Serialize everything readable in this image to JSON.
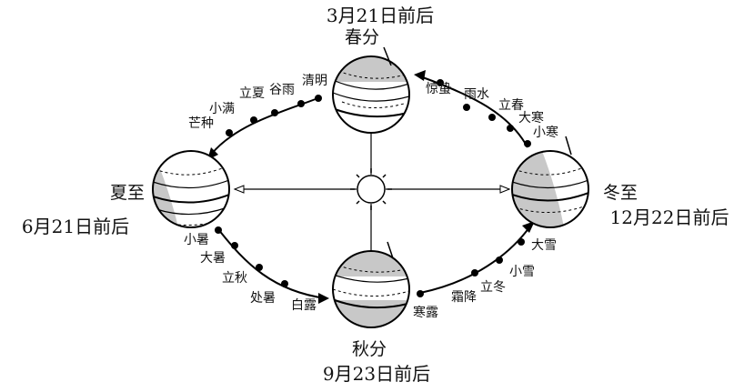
{
  "seasons": {
    "spring": {
      "name": "春分",
      "date": "3月21日前后"
    },
    "summer": {
      "name": "夏至",
      "date": "6月21日前后"
    },
    "autumn": {
      "name": "秋分",
      "date": "9月23日前后"
    },
    "winter": {
      "name": "冬至",
      "date": "12月22日前后"
    }
  },
  "solar_terms": {
    "upper_left": [
      "芒种",
      "小满",
      "立夏",
      "谷雨",
      "清明"
    ],
    "upper_right": [
      "惊蛰",
      "雨水",
      "立春",
      "大寒",
      "小寒"
    ],
    "lower_left": [
      "小暑",
      "大暑",
      "立秋",
      "处暑",
      "白露"
    ],
    "lower_right": [
      "寒露",
      "霜降",
      "立冬",
      "小雪",
      "大雪"
    ]
  }
}
